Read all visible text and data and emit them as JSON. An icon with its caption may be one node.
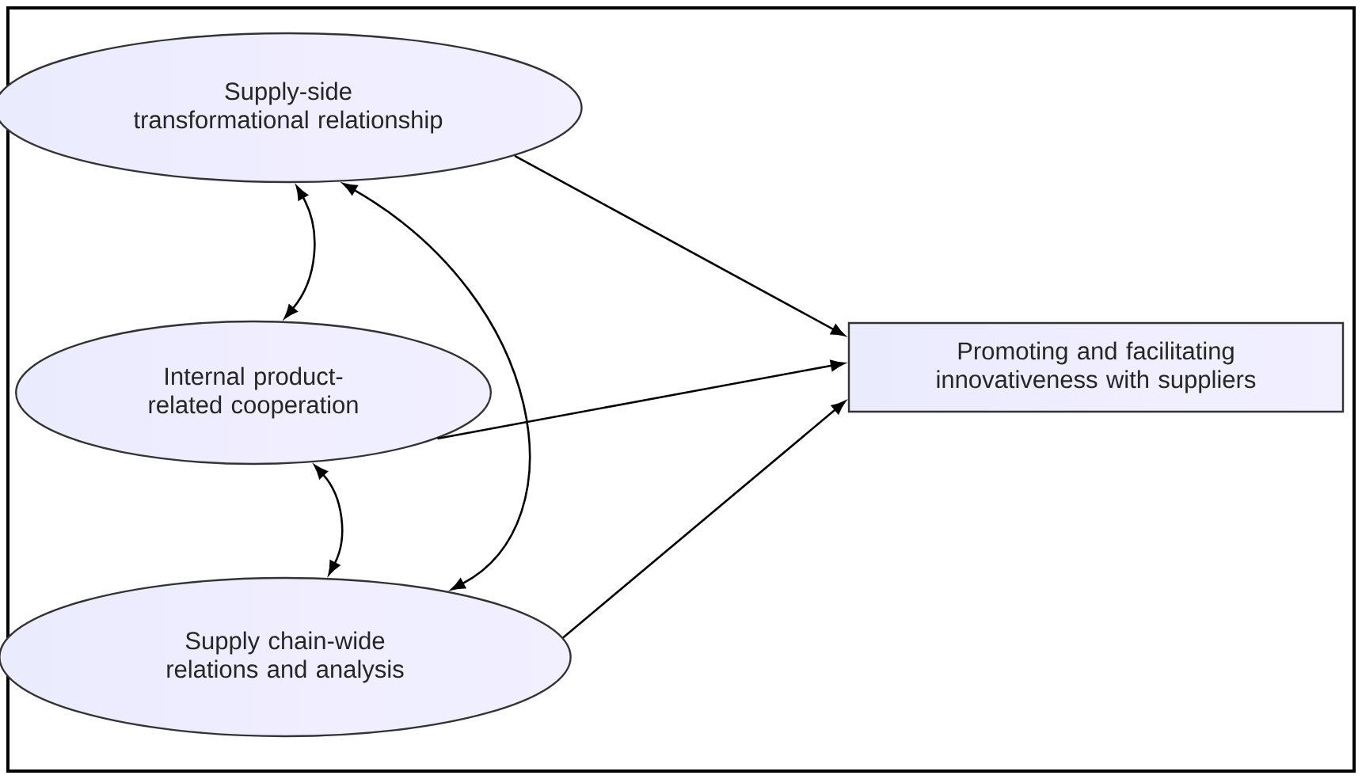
{
  "diagram": {
    "nodes": [
      {
        "text": [
          "Supply-side transformational relationship"
        ]
      },
      {
        "text": [
          "Internal product-related cooperation"
        ]
      },
      {
        "text": [
          "Supply chain-wide relations and analysis"
        ]
      },
      {
        "text": [
          "Promoting and facilitating innovativeness with suppliers"
        ]
      }
    ],
    "edges": [
      {
        "from": 0,
        "to": 3,
        "arrow": "to"
      },
      {
        "from": 1,
        "to": 3,
        "arrow": "to"
      },
      {
        "from": 2,
        "to": 3,
        "arrow": "to"
      },
      {
        "from": 0,
        "to": 1,
        "arrow": "both"
      },
      {
        "from": 1,
        "to": 2,
        "arrow": "both"
      },
      {
        "from": 0,
        "to": 2,
        "arrow": "both"
      }
    ]
  }
}
